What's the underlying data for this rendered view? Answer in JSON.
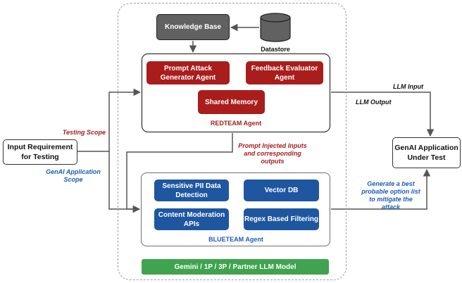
{
  "nodes": {
    "knowledge_base": "Knowledge Base",
    "datastore": "Datastore",
    "prompt_attack_generator": "Prompt Attack Generator Agent",
    "feedback_evaluator": "Feedback Evaluator Agent",
    "shared_memory": "Shared Memory",
    "redteam_label": "REDTEAM Agent",
    "sensitive_pii": "Sensitive PII Data Detection",
    "vector_db": "Vector DB",
    "content_moderation": "Content Moderation APIs",
    "regex_filtering": "Regex Based Filtering",
    "blueteam_label": "BLUETEAM Agent",
    "gemini_model": "Gemini / 1P / 3P / Partner LLM Model",
    "input_requirement": "Input Requirement for Testing",
    "genai_app": "GenAI Application Under Test"
  },
  "labels": {
    "testing_scope": "Testing Scope",
    "genai_scope": "GenAI Application Scope",
    "prompt_injected": "Prompt Injected  Inputs and corresponding outputs",
    "llm_input": "LLM Input",
    "llm_output": "LLM Output",
    "generate_best": "Generate a best probable option list to mitigate the attack"
  },
  "colors": {
    "red_agent": "#a91d1c",
    "blue_agent": "#1e56a0",
    "green_model": "#3fa34f",
    "knowledge_base": "#616161"
  }
}
